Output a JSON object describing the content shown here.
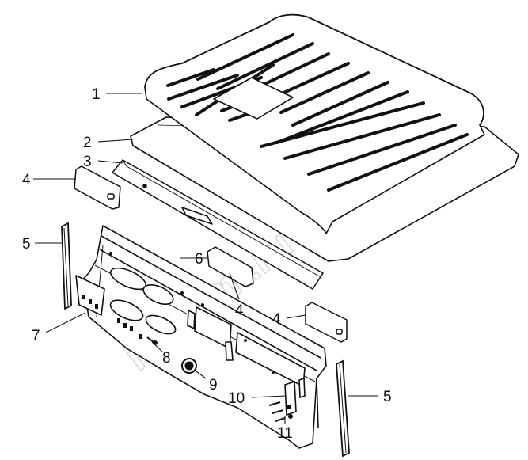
{
  "diagram": {
    "watermark": "redkam.ru",
    "callouts": [
      {
        "id": "c1",
        "text": "1"
      },
      {
        "id": "c2",
        "text": "2"
      },
      {
        "id": "c3",
        "text": "3"
      },
      {
        "id": "c4a",
        "text": "4"
      },
      {
        "id": "c4b",
        "text": "4"
      },
      {
        "id": "c4c",
        "text": "4"
      },
      {
        "id": "c5a",
        "text": "5"
      },
      {
        "id": "c5b",
        "text": "5"
      },
      {
        "id": "c6",
        "text": "6"
      },
      {
        "id": "c7",
        "text": "7"
      },
      {
        "id": "c8",
        "text": "8"
      },
      {
        "id": "c9",
        "text": "9"
      },
      {
        "id": "c10",
        "text": "10"
      },
      {
        "id": "c11",
        "text": "11"
      }
    ]
  }
}
